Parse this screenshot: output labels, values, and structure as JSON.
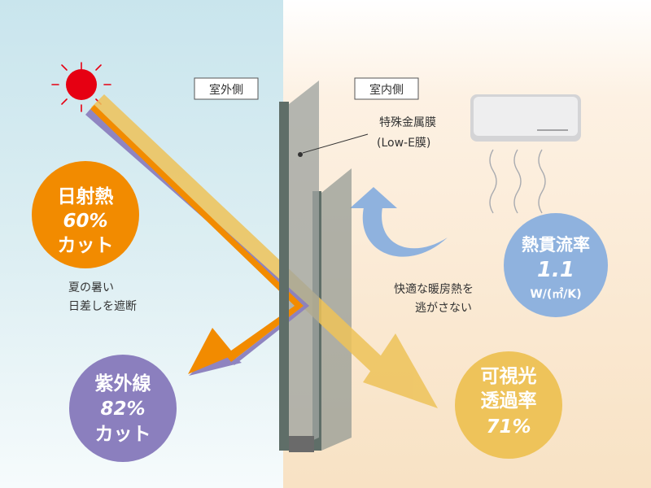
{
  "labels": {
    "outdoor": "室外側",
    "indoor": "室内側",
    "coating_line1": "特殊金属膜",
    "coating_line2": "(Low-E膜)",
    "summer_line1": "夏の暑い",
    "summer_line2": "日差しを遮断",
    "warm_line1": "快適な暖房熱を",
    "warm_line2": "逃がさない"
  },
  "badges": {
    "solar_heat": {
      "line1": "日射熱",
      "line2": "60%",
      "line3": "カット"
    },
    "uv": {
      "line1": "紫外線",
      "line2": "82%",
      "line3": "カット"
    },
    "thermal": {
      "line1": "熱貫流率",
      "line2": "1.1",
      "line3": "W/(㎡/K)"
    },
    "visible": {
      "line1": "可視光",
      "line2": "透過率",
      "line3": "71%"
    }
  },
  "colors": {
    "outdoor_bg": "#d3e9ef",
    "indoor_bg": "#fbead5",
    "orange": "#f28b00",
    "purple": "#8b7fbe",
    "yellow": "#eec35a",
    "blue": "#8fb2de",
    "glass": "#9fa4a0",
    "frame": "#5f6e68",
    "sun": "#e60012"
  }
}
